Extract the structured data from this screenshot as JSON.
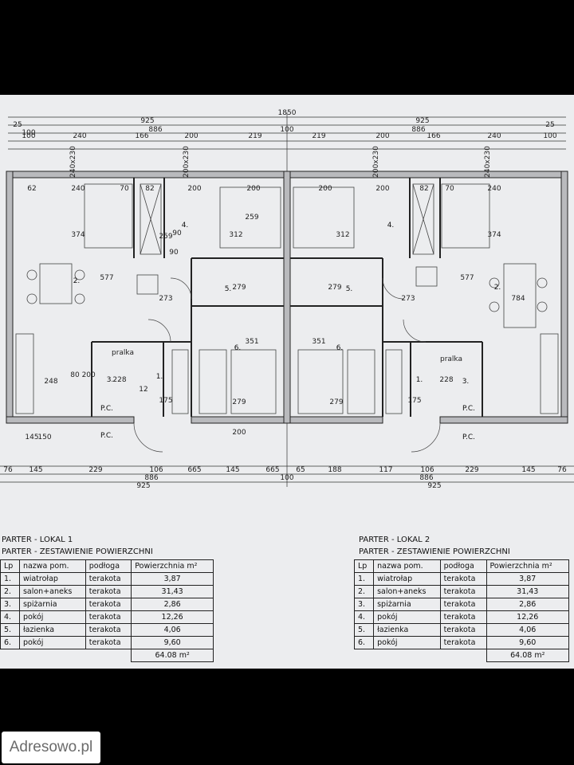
{
  "plan": {
    "dims_top_total": "1850",
    "dims_top_half": [
      "925",
      "925"
    ],
    "dims_top_886": [
      "886",
      "886"
    ],
    "dims_top_edge": [
      "25",
      "100",
      "100",
      "25"
    ],
    "dims_top_row": [
      "100",
      "240",
      "166",
      "200",
      "219",
      "219",
      "200",
      "166",
      "240",
      "100"
    ],
    "dims_bottom_row": [
      "76",
      "145",
      "229",
      "106",
      "665",
      "145",
      "665",
      "65",
      "188",
      "117",
      "106",
      "229",
      "145",
      "76"
    ],
    "dims_bottom_886": [
      "886",
      "100",
      "886"
    ],
    "dims_bottom_half": [
      "925",
      "925"
    ],
    "room_dims": [
      "62",
      "240",
      "70",
      "82",
      "200",
      "200",
      "200",
      "200",
      "82",
      "70",
      "240",
      "374",
      "312",
      "259",
      "259",
      "90",
      "312",
      "374",
      "577",
      "577",
      "279",
      "279",
      "273",
      "273",
      "784",
      "351",
      "351",
      "248",
      "228",
      "228",
      "175",
      "175",
      "279",
      "279",
      "145",
      "150",
      "80\n200",
      "12",
      "90",
      "200"
    ],
    "room_numbers": [
      "1.",
      "2.",
      "3.",
      "4.",
      "5.",
      "6.",
      "1.",
      "2.",
      "3.",
      "4.",
      "5.",
      "6."
    ],
    "labels_pc": [
      "P.C.",
      "P.C.",
      "P.C.",
      "P.C."
    ],
    "pralka": [
      "pralka",
      "pralka"
    ],
    "window_marks": [
      "240x230",
      "200x230",
      "200x230",
      "240x230"
    ]
  },
  "lokal1": {
    "title": "PARTER - LOKAL 1",
    "subtitle": "PARTER - ZESTAWIENIE POWIERZCHNI",
    "headers": [
      "Lp",
      "nazwa pom.",
      "podłoga",
      "Powierzchnia m²"
    ],
    "rows": [
      [
        "1.",
        "wiatrołap",
        "terakota",
        "3,87"
      ],
      [
        "2.",
        "salon+aneks",
        "terakota",
        "31,43"
      ],
      [
        "3.",
        "spiżarnia",
        "terakota",
        "2,86"
      ],
      [
        "4.",
        "pokój",
        "terakota",
        "12,26"
      ],
      [
        "5.",
        "łazienka",
        "terakota",
        "4,06"
      ],
      [
        "6.",
        "pokój",
        "terakota",
        "9,60"
      ]
    ],
    "total": "64.08 m²"
  },
  "lokal2": {
    "title": "PARTER - LOKAL 2",
    "subtitle": "PARTER - ZESTAWIENIE POWIERZCHNI",
    "headers": [
      "Lp",
      "nazwa pom.",
      "podłoga",
      "Powierzchnia m²"
    ],
    "rows": [
      [
        "1.",
        "wiatrołap",
        "terakota",
        "3,87"
      ],
      [
        "2.",
        "salon+aneks",
        "terakota",
        "31,43"
      ],
      [
        "3.",
        "spiżarnia",
        "terakota",
        "2,86"
      ],
      [
        "4.",
        "pokój",
        "terakota",
        "12,26"
      ],
      [
        "5.",
        "łazienka",
        "terakota",
        "4,06"
      ],
      [
        "6.",
        "pokój",
        "terakota",
        "9,60"
      ]
    ],
    "total": "64.08 m²"
  },
  "watermark": "Adresowo.pl"
}
